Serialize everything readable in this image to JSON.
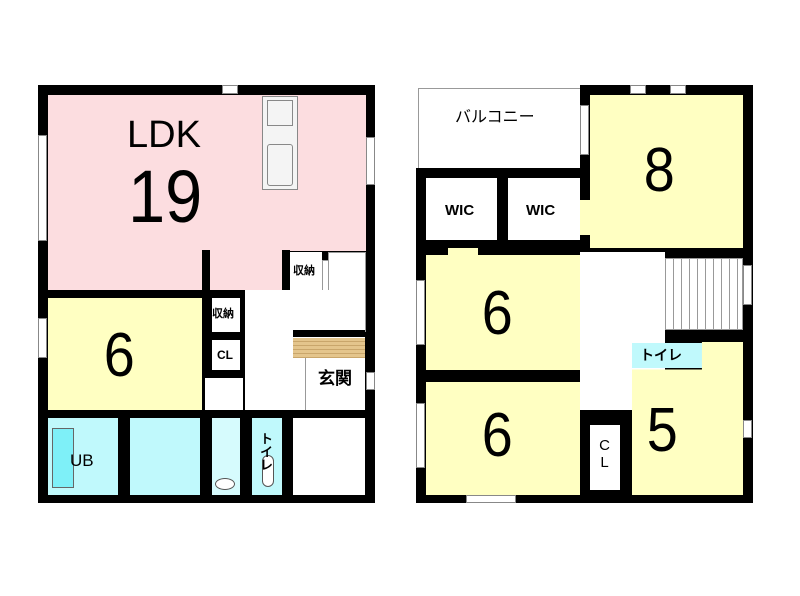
{
  "floor1": {
    "ldk_label": "LDK",
    "ldk_size": "19",
    "room6_size": "6",
    "storage_upper": "収納",
    "storage_lower": "収納",
    "closet": "CL",
    "entrance": "玄関",
    "bath": "UB",
    "toilet": "トイレ"
  },
  "floor2": {
    "balcony": "バルコニー",
    "wic1": "WIC",
    "wic2": "WIC",
    "room8_size": "8",
    "room6a_size": "6",
    "room6b_size": "6",
    "room5_size": "5",
    "toilet": "トイレ",
    "closet": "CL"
  },
  "colors": {
    "ldk": "#fcdde0",
    "bedroom": "#ffffc2",
    "wet": "#c0f9fc",
    "wall": "#000000"
  }
}
